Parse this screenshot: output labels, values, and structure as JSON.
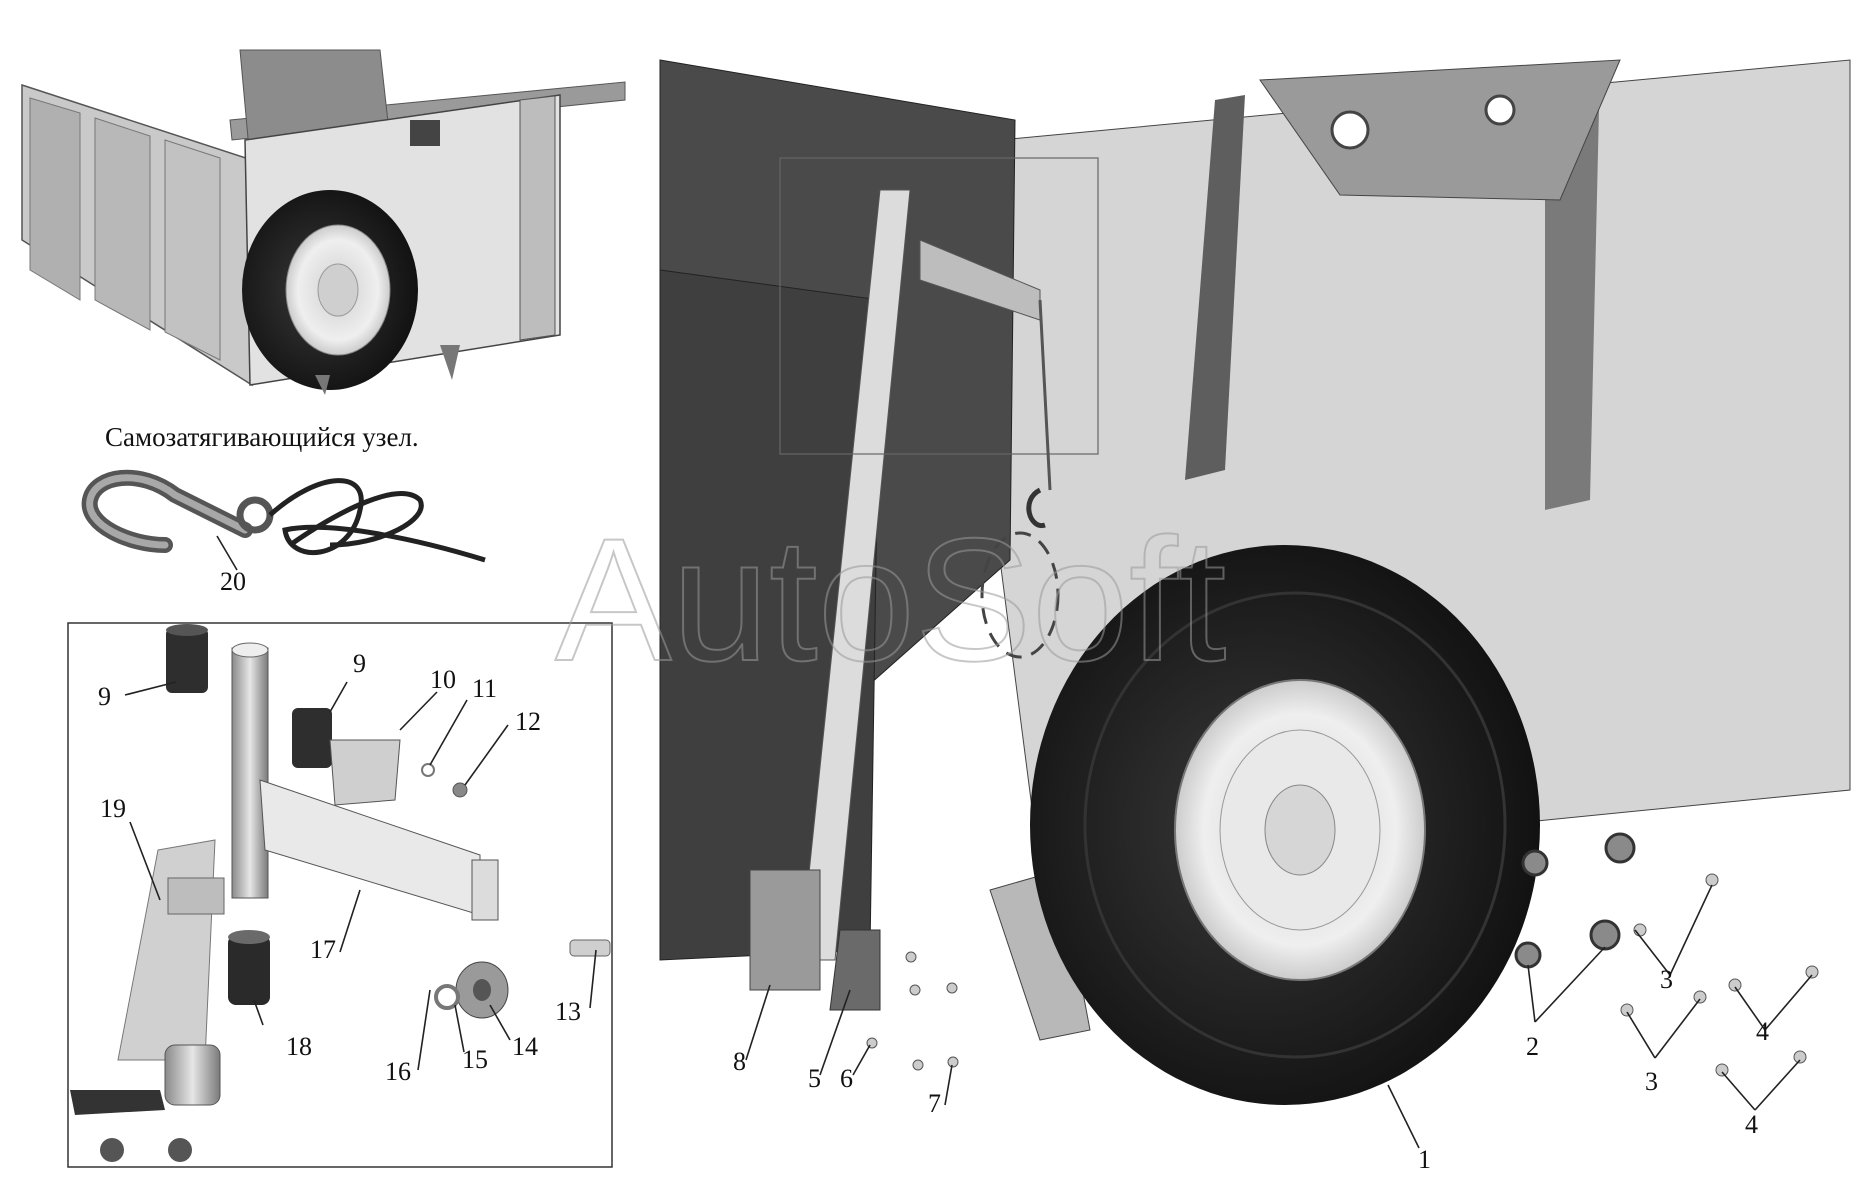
{
  "caption": "Самозатягивающийся узел.",
  "watermark": "AutoSoft",
  "callouts": {
    "c1": "1",
    "c2": "2",
    "c3a": "3",
    "c3b": "3",
    "c4a": "4",
    "c4b": "4",
    "c5": "5",
    "c6": "6",
    "c7": "7",
    "c8": "8",
    "c9a": "9",
    "c9b": "9",
    "c10": "10",
    "c11": "11",
    "c12": "12",
    "c13": "13",
    "c14": "14",
    "c15": "15",
    "c16": "16",
    "c17": "17",
    "c18": "18",
    "c19": "19",
    "c20": "20"
  },
  "colors": {
    "background": "#ffffff",
    "panel_light": "#d9d9d9",
    "panel_mid": "#b5b5b5",
    "panel_dark": "#555555",
    "tire": "#1c1c1c",
    "rim": "#e8e8e8"
  }
}
